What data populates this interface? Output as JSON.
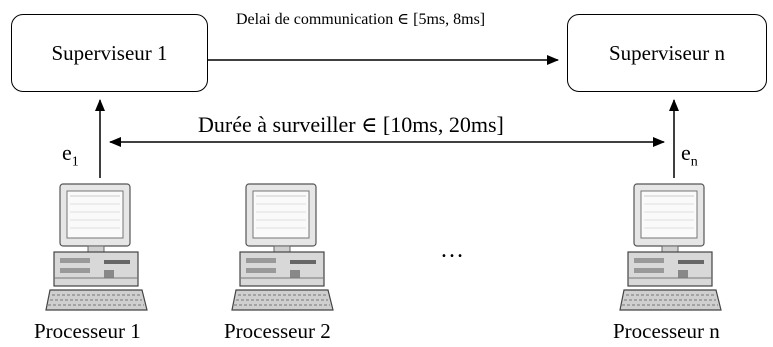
{
  "supervisors": {
    "first": "Superviseur 1",
    "last": "Superviseur n"
  },
  "communication_delay": "Delai de communication ∈ [5ms, 8ms]",
  "monitoring_duration": "Durée à surveiller ∈ [10ms, 20ms]",
  "events": {
    "first_base": "e",
    "first_sub": "1",
    "last_base": "e",
    "last_sub": "n"
  },
  "ellipsis": "…",
  "processors": [
    "Processeur 1",
    "Processeur 2",
    "Processeur n"
  ],
  "icon": "desktop-computer-icon"
}
